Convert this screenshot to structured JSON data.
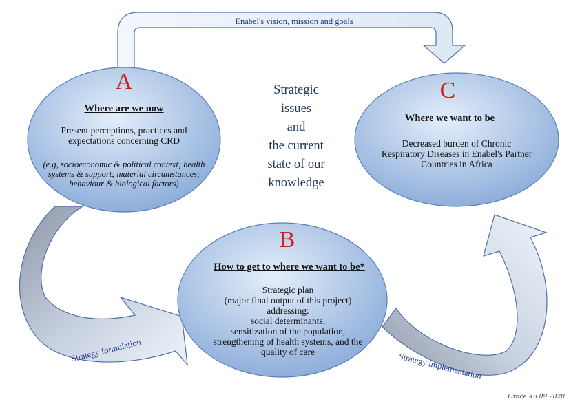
{
  "arrow_top_label": "Enabel's vision, mission and goals",
  "center_text": [
    "Strategic",
    "issues",
    "and",
    "the current",
    "state of our",
    "knowledge"
  ],
  "node_a": {
    "letter": "A",
    "heading": "Where are we now",
    "body": [
      "Present perceptions, practices and",
      "expectations concerning CRD"
    ],
    "note": [
      "(e.g, socioeconomic & political context; health",
      "systems & support; material circumstances;",
      "behaviour & biological factors)"
    ]
  },
  "node_b": {
    "letter": "B",
    "heading": "How to get to where we want to be*",
    "body": [
      "Strategic plan",
      "(major final output of this project)",
      "addressing:",
      "social determinants,",
      "sensitization of the population,",
      "strengthening of health systems, and the",
      "quality of care"
    ]
  },
  "node_c": {
    "letter": "C",
    "heading": "Where we want to be",
    "body": [
      "Decreased burden of Chronic",
      "Respiratory Diseases in Enabel's Partner",
      "Countries in Africa"
    ]
  },
  "arrow_left_label": "Strategy formulation",
  "arrow_right_label": "Strategy implementation",
  "signature": "Grace Ku 09.2020",
  "colors": {
    "circle_light": "#d6e4f5",
    "circle_dark": "#8fb0dc",
    "arrow_light": "#dde8f6",
    "arrow_dark": "#a3acba",
    "letter_red": "#d0201a",
    "label_blue": "#1f3a93"
  }
}
